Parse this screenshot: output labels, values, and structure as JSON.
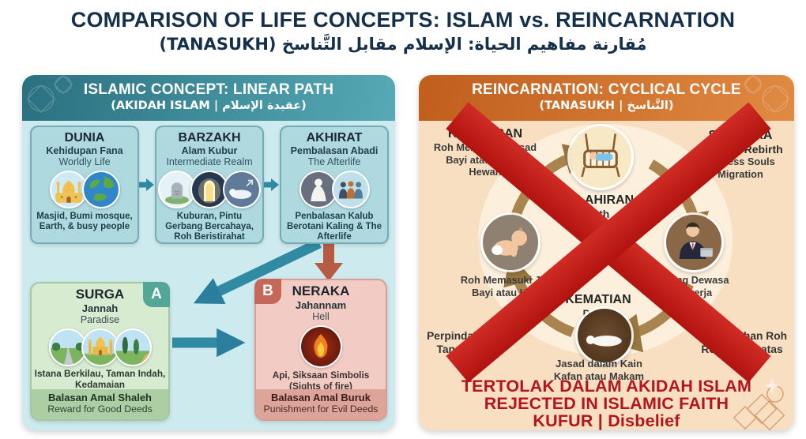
{
  "page": {
    "title": "COMPARISON OF LIFE CONCEPTS: ISLAM vs. REINCARNATION",
    "subtitle_arabic": "مُقارنة مفاهيم الحياة: الإسلام مقابل التَّناسخ (TANASUKH)"
  },
  "colors": {
    "title_navy": "#15304b",
    "islam_header_teal": "#2a7080",
    "islam_panel_bg": "#cdeaee",
    "reincarnation_header_orange": "#c05e1d",
    "reincarnation_panel_bg": "#f8dfc2",
    "paradise_green": "#d6ebd0",
    "hell_salmon": "#f2ccc4",
    "flow_arrow_teal": "#2f8aa2",
    "flow_arrow_red": "#b85b45",
    "cycle_arrow_brown": "#a9844f",
    "cross_red": "#c42121",
    "verdict_red": "#b2161c"
  },
  "islam_panel": {
    "header": {
      "title": "ISLAMIC CONCEPT: LINEAR PATH",
      "subtitle": "(AKIDAH ISLAM | عقيدة الإسلام)"
    },
    "stages": [
      {
        "title": "DUNIA",
        "subtitle": "Kehidupan Fana",
        "subtitle_en": "Worldly Life",
        "caption": "Masjid, Bumi mosque, Earth, & busy people",
        "icons": [
          "mosque-icon",
          "earth-globe-icon"
        ]
      },
      {
        "title": "BARZAKH",
        "subtitle": "Alam Kubur",
        "subtitle_en": "Intermediate Realm",
        "caption": "Kuburan, Pintu Gerbang Bercahaya, Roh Beristirahat",
        "icons": [
          "tombstone-icon",
          "glowing-gate-icon",
          "resting-soul-icon"
        ]
      },
      {
        "title": "AKHIRAT",
        "subtitle": "Pembalasan Abadi",
        "subtitle_en": "The Afterlife",
        "caption": "Penbalasan Kalub Berotani Kaling & The Afterlife",
        "icons": [
          "white-robed-figure-icon",
          "gathered-people-icon"
        ]
      }
    ],
    "outcomes": [
      {
        "badge": "A",
        "title": "SURGA",
        "subtitle": "Jannah",
        "subtitle_en": "Paradise",
        "caption": "Istana Berkilau, Taman Indah, Kedamaian",
        "footer_top": "Balasan Amal Shaleh",
        "footer_bottom": "Reward for Good Deeds",
        "icons": [
          "garden-path-icon",
          "golden-palace-icon",
          "garden-trees-icon"
        ]
      },
      {
        "badge": "B",
        "title": "NERAKA",
        "subtitle": "Jahannam",
        "subtitle_en": "Hell",
        "caption": "Api, Siksaan Simbolis (Sights of fire)",
        "footer_top": "Balasan Amal Buruk",
        "footer_bottom": "Punishment for Evil Deeds",
        "icons": [
          "fire-icon"
        ]
      }
    ]
  },
  "reincarnation_panel": {
    "header": {
      "title": "REINCARNATION: CYCLICAL CYCLE",
      "subtitle": "(TANASUKH | التَّناسخ)"
    },
    "top_left": {
      "title": "KELAHIRAN",
      "line1": "Roh Memasuki Jasad",
      "line2": "Bayi atau Kemm",
      "line3": "Hewan"
    },
    "top_right": {
      "title": "SAMSARA",
      "line1": "Cycle of Rebirth",
      "line2": "Endless Souls",
      "line3": "Migration"
    },
    "birth": {
      "title": "KELAHIRAN",
      "subtitle": "Birth",
      "icon": "baby-crib-icon"
    },
    "soul_left": {
      "line1": "Roh Memasuki Jasad",
      "line2": "Bayi atau Hewan",
      "icon": "crawling-baby-icon"
    },
    "adult_right": {
      "line1": "Orang Dewasa",
      "line2": "Bekerja",
      "icon": "businessman-icon"
    },
    "death": {
      "title": "KEMATIAN",
      "subtitle": "Death",
      "icon": "shrouded-body-icon"
    },
    "grave": {
      "line1": "Jasad dalam Kain",
      "line2": "Kafan atau Makam"
    },
    "bottom_left": {
      "line1": "Perpindahan Ro",
      "line2": "Tanpa Batas"
    },
    "bottom_right": {
      "line1": "Perpindahan Roh",
      "line2": "Ro Tanpa Batas"
    },
    "verdict": {
      "line1": "TERTOLAK DALAM AKIDAH ISLAM",
      "line2": "REJECTED IN ISLAMIC FAITH",
      "line3": "KUFUR | Disbelief"
    }
  }
}
